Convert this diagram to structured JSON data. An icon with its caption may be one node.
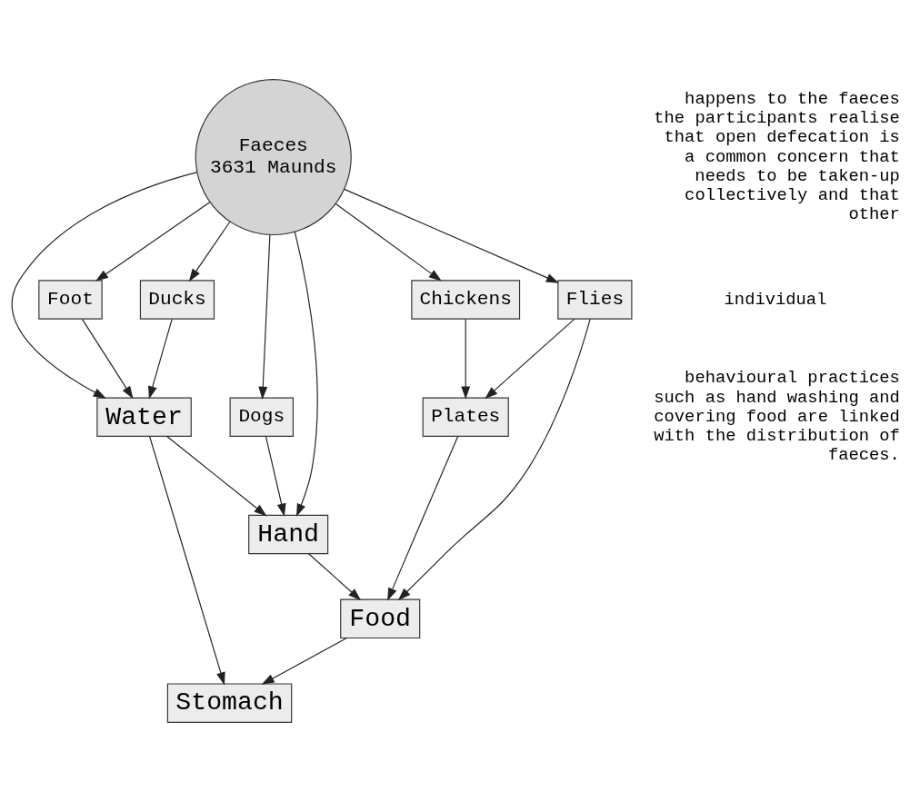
{
  "diagram": {
    "nodes": [
      {
        "text": [
          "Water"
        ]
      },
      {
        "text": [
          "Foot"
        ]
      },
      {
        "text": [
          "Ducks"
        ]
      },
      {
        "text": [
          "Dogs"
        ]
      },
      {
        "text": [
          "Hand"
        ]
      },
      {
        "text": [
          "Faeces",
          "3631 Maunds"
        ]
      },
      {
        "text": [
          "Stomach"
        ]
      },
      {
        "text": [
          "Flies"
        ]
      },
      {
        "text": [
          "Chickens"
        ]
      },
      {
        "text": [
          "Plates"
        ]
      },
      {
        "text": [
          "Food"
        ]
      }
    ],
    "edges": [
      {
        "from": 0,
        "to": 4,
        "arrow": "to"
      },
      {
        "from": 0,
        "to": 6,
        "arrow": "to"
      },
      {
        "from": 1,
        "to": 0,
        "arrow": "to"
      },
      {
        "from": 5,
        "to": 0,
        "arrow": "to"
      },
      {
        "from": 2,
        "to": 0,
        "arrow": "to"
      },
      {
        "from": 5,
        "to": 1,
        "arrow": "to"
      },
      {
        "from": 5,
        "to": 2,
        "arrow": "to"
      },
      {
        "from": 5,
        "to": 3,
        "arrow": "to"
      },
      {
        "from": 3,
        "to": 4,
        "arrow": "to"
      },
      {
        "from": 5,
        "to": 4,
        "arrow": "to"
      },
      {
        "from": 5,
        "to": 7,
        "arrow": "to"
      },
      {
        "from": 5,
        "to": 8,
        "arrow": "to"
      },
      {
        "from": 7,
        "to": 9,
        "arrow": "to"
      },
      {
        "from": 8,
        "to": 9,
        "arrow": "to"
      },
      {
        "from": 7,
        "to": 10,
        "arrow": "to"
      },
      {
        "from": 9,
        "to": 10,
        "arrow": "to"
      },
      {
        "from": 4,
        "to": 10,
        "arrow": "to"
      },
      {
        "from": 10,
        "to": 6,
        "arrow": "to"
      }
    ],
    "labels": [
      "happens to the faeces the participants realise that open defecation is a common concern that needs to be taken-up collectively and that other",
      "individual",
      "behavioural practices such as hand washing and covering food are linked with the distribution of faeces."
    ]
  }
}
